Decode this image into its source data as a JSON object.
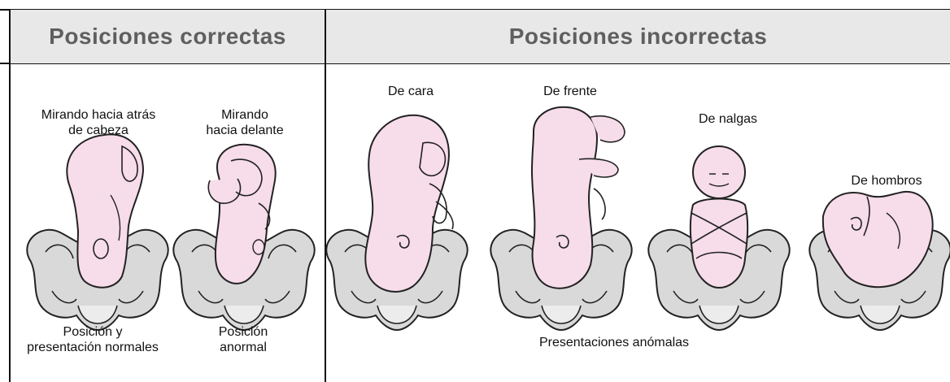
{
  "headers": {
    "correct": "Posiciones correctas",
    "incorrect": "Posiciones incorrectas"
  },
  "correct": {
    "occiput_posterior_label": [
      "Mirando hacia atrás",
      "de cabeza"
    ],
    "face_forward_label": [
      "Mirando",
      "hacia delante"
    ],
    "normal_caption": [
      "Posición y",
      "presentación normales"
    ],
    "abnormal_caption": [
      "Posición",
      "anormal"
    ]
  },
  "incorrect": {
    "face_label": "De cara",
    "brow_label": "De frente",
    "breech_label": "De nalgas",
    "shoulder_label": "De hombros",
    "caption": "Presentaciones anómalas"
  },
  "colors": {
    "header_bg": "#e8e8e8",
    "header_text": "#5f5f5f",
    "baby_skin": "#f7dcea",
    "pelvis": "#d9d9d9",
    "outline": "#222222"
  }
}
